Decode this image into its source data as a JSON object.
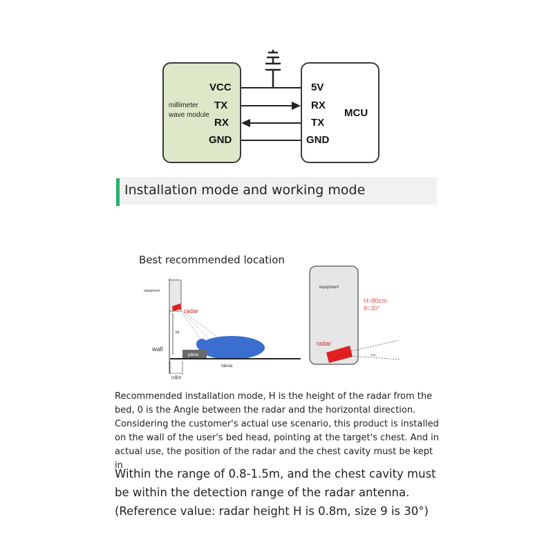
{
  "wiring": {
    "module": {
      "name_line1": "millimeter",
      "name_line2": "wave module",
      "pins": [
        "VCC",
        "TX",
        "RX",
        "GND"
      ]
    },
    "mcu": {
      "name": "MCU",
      "pins": [
        "5V",
        "RX",
        "TX",
        "GND"
      ]
    }
  },
  "section": {
    "title": "Installation mode and working mode"
  },
  "recommended": {
    "title": "Best recommended location",
    "left": {
      "equipment": "equipment",
      "radar": "radar",
      "h": "H",
      "wall": "wall",
      "pillow": "pillow",
      "tabula": "tabula",
      "distance": "10厘米"
    },
    "right": {
      "equipment": "equipment",
      "h_value": "H=80cm",
      "theta_value": "θ=30°",
      "radar": "radar",
      "day": "day"
    }
  },
  "description": {
    "small_lines": [
      "Recommended installation mode, H is the height of the radar from the",
      "bed, 0 is the Angle between the radar and the horizontal direction.",
      "Considering the customer's actual use scenario, this product is installed",
      "on the wall of the user's bed head, pointing at the target's chest. And in",
      "actual use, the position of the radar and the chest cavity must be kept in"
    ],
    "large_lines": [
      "Within the range of 0.8-1.5m, and the chest cavity must",
      "be within the detection range of the radar antenna.",
      "(Reference value: radar height H is 0.8m, size 9 is 30°)"
    ]
  },
  "colors": {
    "module_fill": "#dde8c9",
    "accent_green": "#2bb06a",
    "radar_red": "#e02020",
    "body_blue": "#3a6fd0"
  }
}
